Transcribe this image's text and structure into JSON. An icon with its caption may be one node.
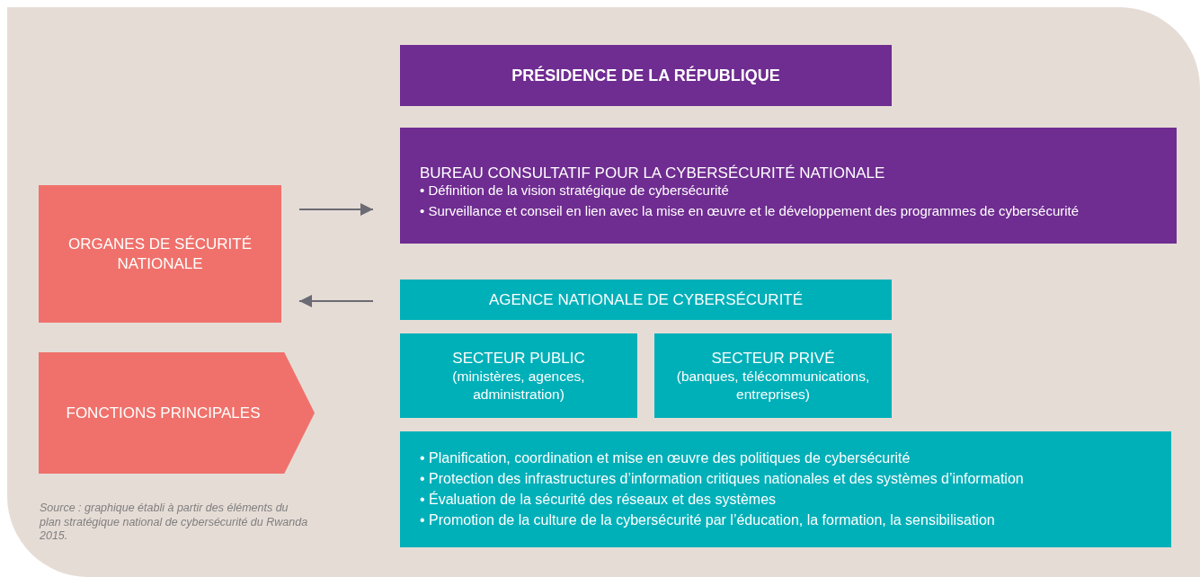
{
  "diagram": {
    "nodes": [
      {
        "text": [
          "PRÉSIDENCE DE LA RÉPUBLIQUE"
        ]
      },
      {
        "text": [
          "BUREAU CONSULTATIF POUR LA CYBERSÉCURITÉ NATIONALE",
          "• Définition de la vision stratégique de cybersécurité",
          "• Surveillance et conseil en lien avec la mise en œuvre et le développement des programmes de cybersécurité"
        ]
      },
      {
        "text": [
          "ORGANES DE SÉCURITÉ NATIONALE"
        ]
      },
      {
        "text": [
          "AGENCE NATIONALE DE CYBERSÉCURITÉ"
        ]
      },
      {
        "text": [
          "SECTEUR PUBLIC",
          "(ministères, agences, administration)"
        ]
      },
      {
        "text": [
          "SECTEUR PRIVÉ",
          "(banques, télécommunications, entreprises)"
        ]
      },
      {
        "text": [
          "FONCTIONS PRINCIPALES"
        ]
      },
      {
        "text": [
          "• Planification, coordination et mise en œuvre des politiques de cybersécurité",
          "• Protection des infrastructures d’information critiques nationales et des systèmes d’information",
          "• Évaluation de la sécurité des réseaux et des systèmes",
          "• Promotion de la culture de la cybersécurité par l’éducation, la formation, la sensibilisation"
        ]
      }
    ],
    "edges": [
      {
        "from": 2,
        "to": 1,
        "arrow": "to"
      },
      {
        "from": 3,
        "to": 2,
        "arrow": "to"
      }
    ],
    "labels": [
      "Source : graphique établi à partir des éléments du plan stratégique national de cybersécurité du Rwanda 2015."
    ]
  }
}
